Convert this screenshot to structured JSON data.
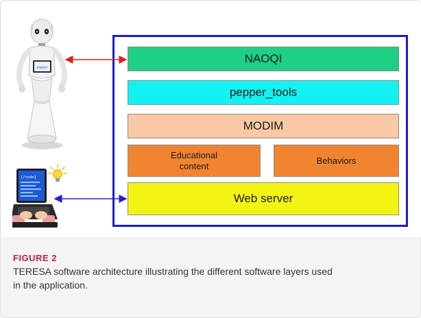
{
  "diagram": {
    "layers": {
      "naoqi": "NAOQI",
      "pepper_tools": "pepper_tools",
      "modim": "MODIM",
      "educational_content_line1": "Educational",
      "educational_content_line2": "content",
      "behaviors": "Behaviors",
      "web_server": "Web server"
    },
    "robot_screen_label": "pepper",
    "laptop_screen_label": "{/code}",
    "colors": {
      "outer_border": "#1b1bd1",
      "naoqi": "#1fcf86",
      "pepper_tools": "#14f1f1",
      "modim": "#f8c9a4",
      "orange_layers": "#f18431",
      "web_server": "#f4f414",
      "robot_arrow": "#e02020",
      "laptop_arrow": "#2020d0"
    }
  },
  "caption": {
    "label": "FIGURE 2",
    "text": "TERESA software architecture illustrating the different software layers used in the application."
  }
}
